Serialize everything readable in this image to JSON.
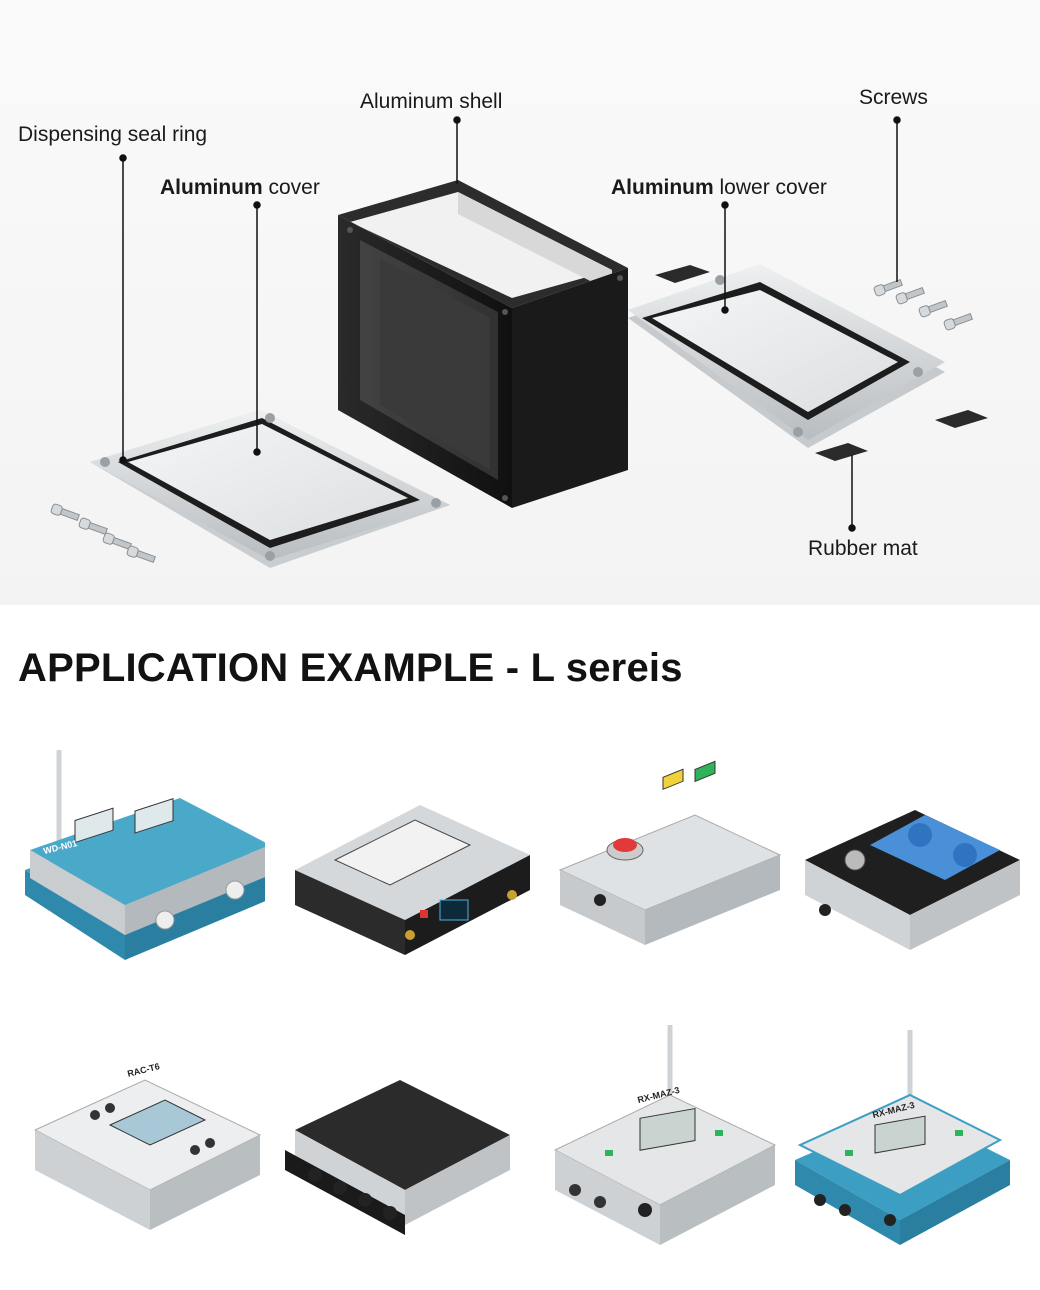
{
  "callouts": {
    "seal_ring": "Dispensing seal ring",
    "cover_bold": "Aluminum",
    "cover_rest": " cover",
    "shell": "Aluminum shell",
    "lower_bold": "Aluminum",
    "lower_rest": " lower cover",
    "screws": "Screws",
    "rubber_mat": "Rubber mat"
  },
  "section_heading": "APPLICATION EXAMPLE - L sereis",
  "examples": [
    {
      "id": "ex1",
      "label": "WD-N01",
      "color": "#4aa9c9"
    },
    {
      "id": "ex2",
      "label": "",
      "color": "#2a2a2a"
    },
    {
      "id": "ex3",
      "label": "",
      "color": "#d9dcdf"
    },
    {
      "id": "ex4",
      "label": "",
      "color": "#1f1f1f"
    },
    {
      "id": "ex5",
      "label": "RAC-T6",
      "color": "#e8eaec"
    },
    {
      "id": "ex6",
      "label": "",
      "color": "#2b2b2b"
    },
    {
      "id": "ex7",
      "label": "RX-MAZ-3",
      "color": "#e4e6e8"
    },
    {
      "id": "ex8",
      "label": "RX-MAZ-3",
      "color": "#3c9ec2"
    }
  ],
  "colors": {
    "aluminum": "#cfd3d6",
    "black_shell": "#1c1c1c",
    "accent_blue": "#3c9ec2"
  }
}
